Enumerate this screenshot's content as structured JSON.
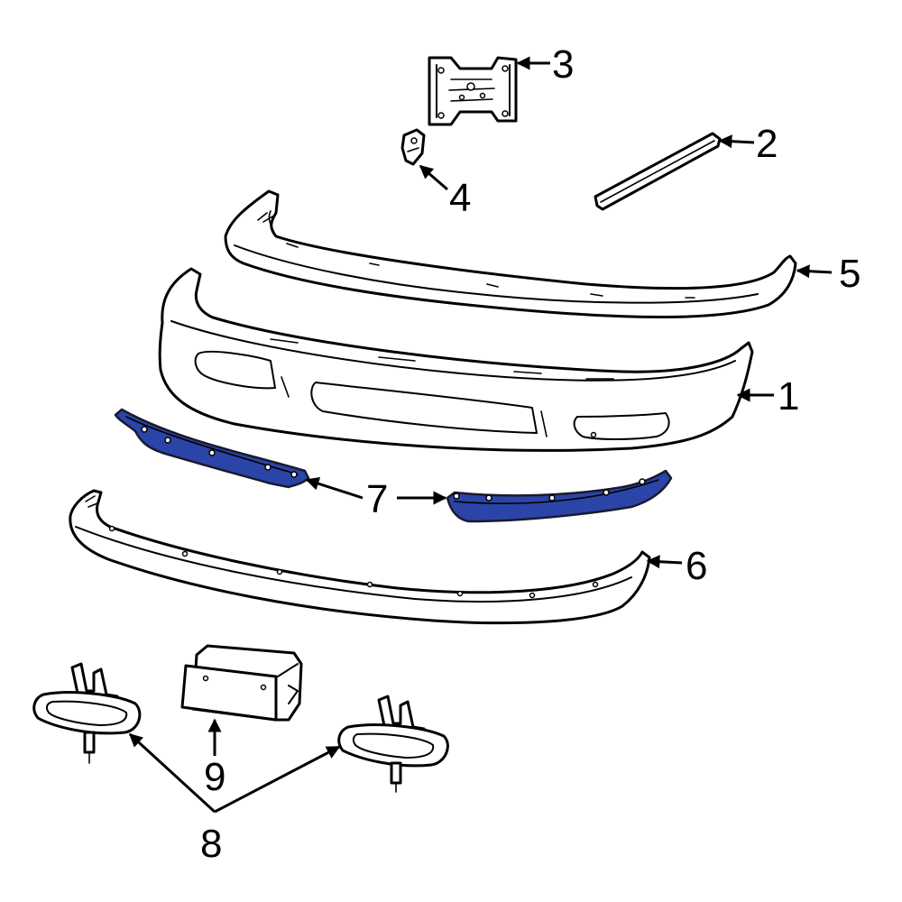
{
  "diagram": {
    "highlight_color": "#2b44a8",
    "line_color": "#000000",
    "background": "#ffffff",
    "callouts": [
      {
        "id": "c1",
        "label": "1"
      },
      {
        "id": "c2",
        "label": "2"
      },
      {
        "id": "c3",
        "label": "3"
      },
      {
        "id": "c4",
        "label": "4"
      },
      {
        "id": "c5",
        "label": "5"
      },
      {
        "id": "c6",
        "label": "6"
      },
      {
        "id": "c7",
        "label": "7"
      },
      {
        "id": "c8",
        "label": "8"
      },
      {
        "id": "c9",
        "label": "9"
      }
    ]
  }
}
